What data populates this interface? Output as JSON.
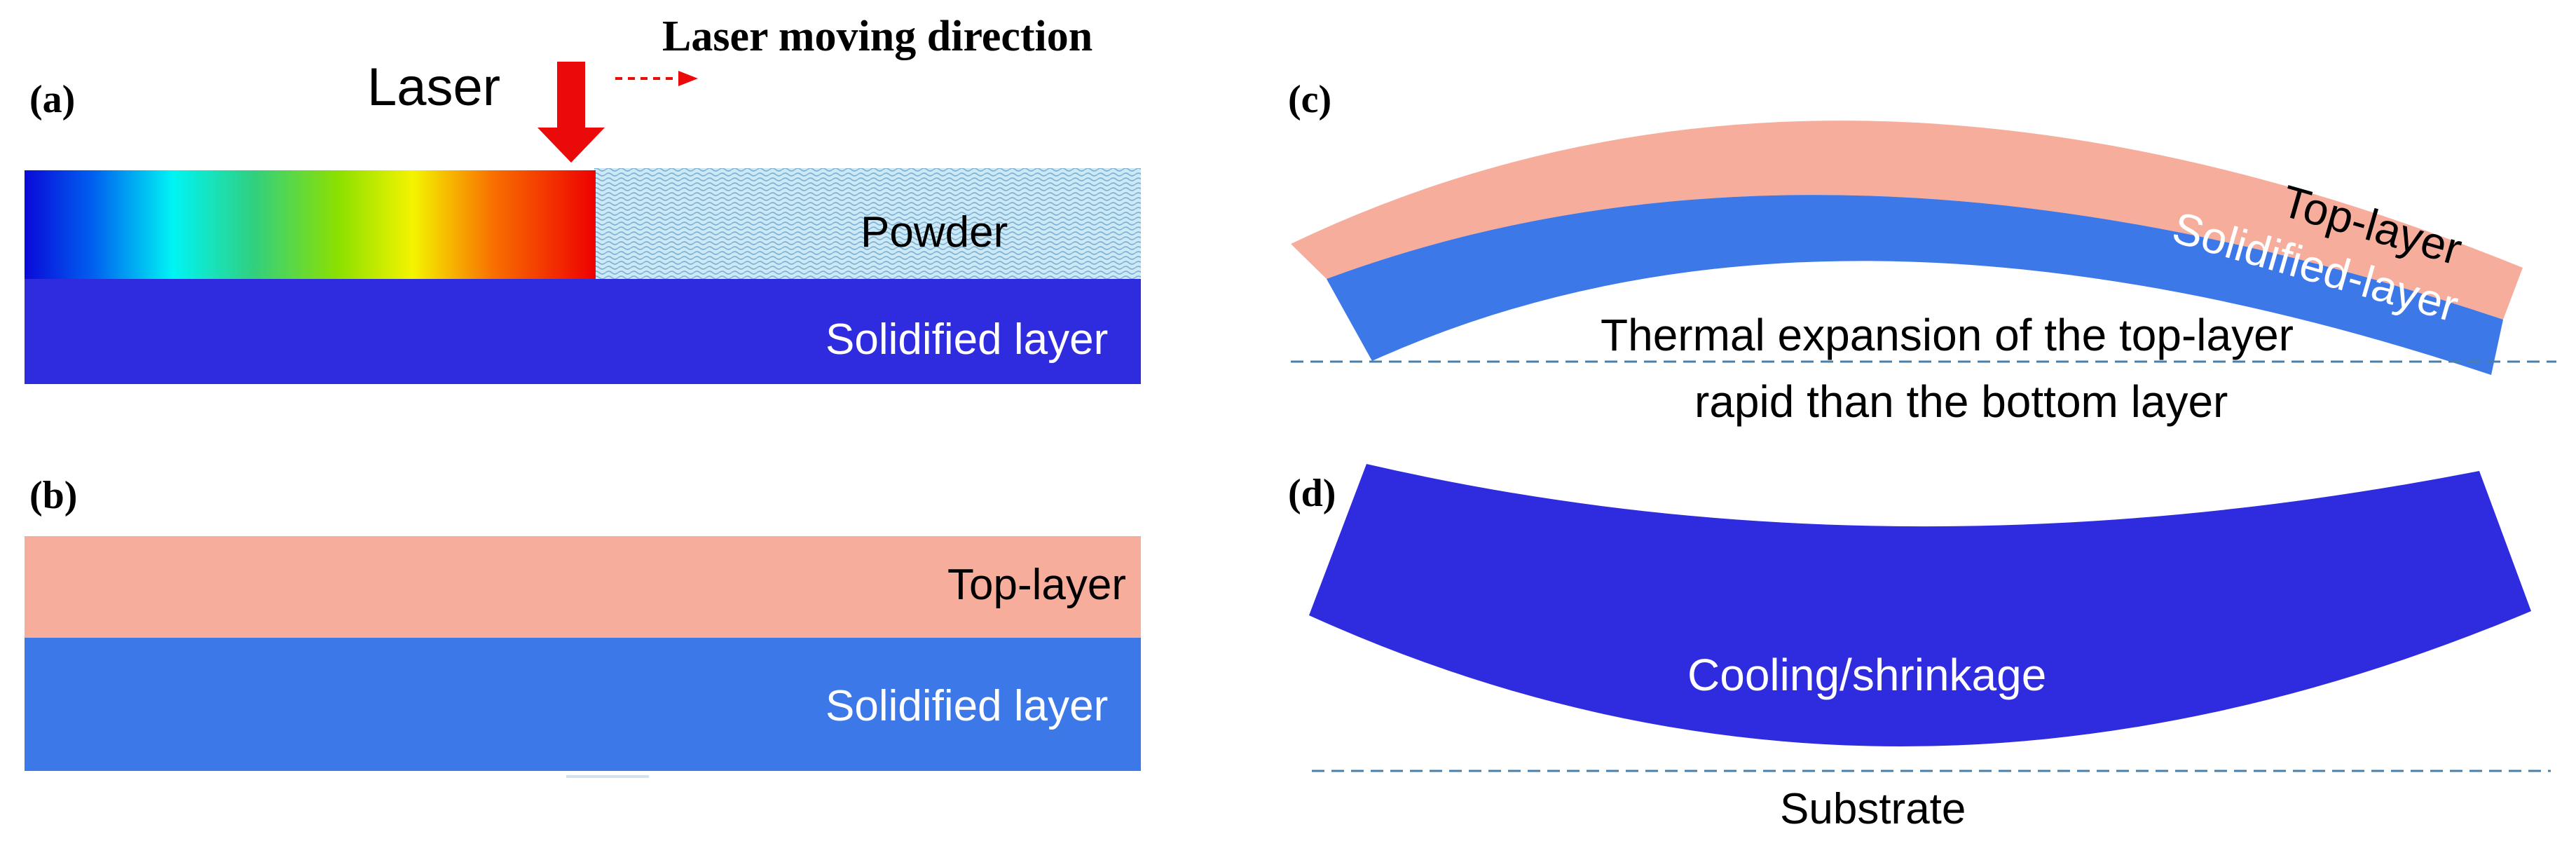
{
  "panels": {
    "a": {
      "label": "(a)",
      "laser_label": "Laser",
      "direction_label": "Laser moving direction",
      "powder_label": "Powder",
      "solidified_label": "Solidified layer"
    },
    "b": {
      "label": "(b)",
      "top_label": "Top-layer",
      "solidified_label": "Solidified layer"
    },
    "c": {
      "label": "(c)",
      "top_label": "Top-layer",
      "solidified_label": "Solidified-layer",
      "caption_line1": "Thermal expansion of the top-layer",
      "caption_line2": "rapid than the bottom layer"
    },
    "d": {
      "label": "(d)",
      "body_label": "Cooling/shrinkage",
      "substrate_label": "Substrate"
    }
  },
  "colors": {
    "deep_blue": "#2f2ce0",
    "light_blue": "#3c78e8",
    "salmon": "#f7ad9c",
    "laser_red": "#ea0a0a",
    "powder_blue": "#b6dcef",
    "dash": "#4a7fa7"
  }
}
